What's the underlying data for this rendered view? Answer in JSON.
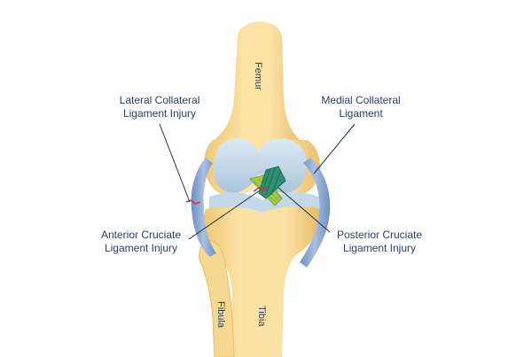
{
  "labels": {
    "lateral_collateral": [
      "Lateral Collateral",
      "Ligament Injury"
    ],
    "medial_collateral": [
      "Medial Collateral",
      "Ligament"
    ],
    "anterior_cruciate": [
      "Anterior Cruciate",
      "Ligament Injury"
    ],
    "posterior_cruciate": [
      "Posterior Cruciate",
      "Ligament Injury"
    ]
  },
  "bones": {
    "femur": "Femur",
    "fibula": "Fibula",
    "tibia": "Tibia"
  },
  "colors": {
    "bone_fill": "#f8dc98",
    "bone_shade": "#e8bf6a",
    "cartilage": "#c9dcea",
    "cartilage_shade": "#9fbdd4",
    "collateral_ligament": "#7f9fcc",
    "acl": "#a6cc4a",
    "pcl": "#2f8f72",
    "injury": "#d9322b",
    "label_text": "#2c3e63",
    "leader_line": "#1f2f4f"
  }
}
